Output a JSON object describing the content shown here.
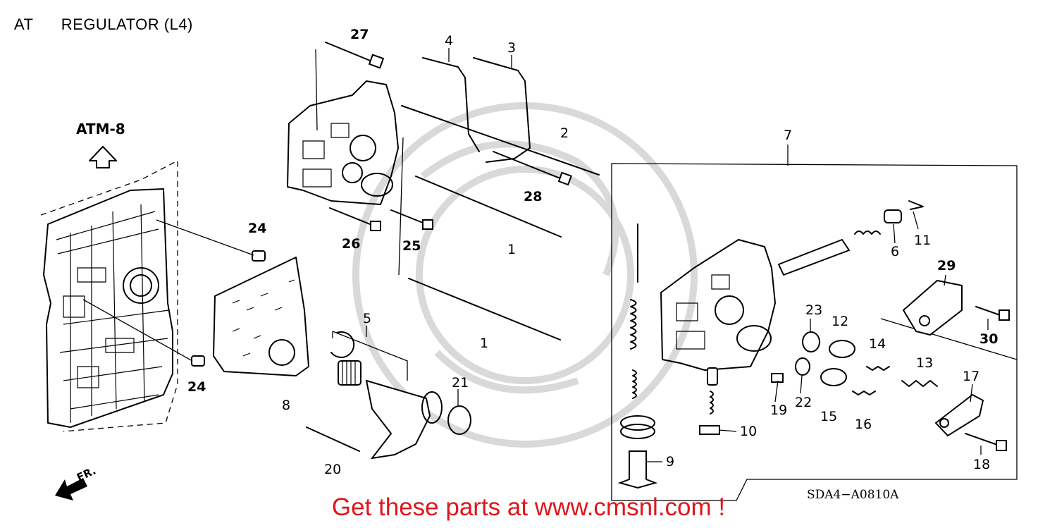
{
  "header": {
    "title": "AT      REGULATOR (L4)"
  },
  "reference": {
    "label": "ATM-8"
  },
  "direction": {
    "label": "FR."
  },
  "diagram_code": "SDA4−A0810A",
  "promo": {
    "text": "Get these parts at www.cmsnl.com !"
  },
  "callouts": {
    "c1a": "1",
    "c1b": "1",
    "c2": "2",
    "c3": "3",
    "c4": "4",
    "c5": "5",
    "c6": "6",
    "c7": "7",
    "c8": "8",
    "c9": "9",
    "c10": "10",
    "c11": "11",
    "c12": "12",
    "c13": "13",
    "c14": "14",
    "c15": "15",
    "c16": "16",
    "c17": "17",
    "c18": "18",
    "c19": "19",
    "c20": "20",
    "c21": "21",
    "c22": "22",
    "c23": "23",
    "c24a": "24",
    "c24b": "24",
    "c25": "25",
    "c26": "26",
    "c27": "27",
    "c28": "28",
    "c29": "29",
    "c30": "30"
  },
  "colors": {
    "promo": "#e0151a",
    "watermark": "#d9d9d9",
    "line": "#000000"
  }
}
